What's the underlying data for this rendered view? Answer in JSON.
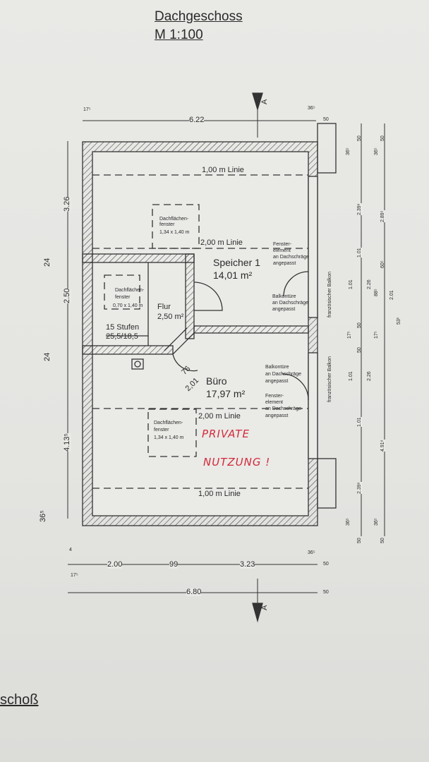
{
  "title": {
    "line1": "Dachgeschoss",
    "line2": "M 1:100"
  },
  "section_marker": "A",
  "rooms": [
    {
      "name": "Speicher 1",
      "area": "14,01 m²"
    },
    {
      "name": "Flur",
      "area": "2,50 m²"
    },
    {
      "name": "Büro",
      "area": "17,97 m²"
    }
  ],
  "lines": {
    "top_100": "1,00 m Linie",
    "top_200": "2,00 m Linie",
    "bottom_200": "2,00 m Linie",
    "bottom_100": "1,00 m Linie"
  },
  "windows": {
    "roof_top": [
      "Dachflächen-",
      "fenster",
      "1,34 x 1,40 m"
    ],
    "roof_flur": [
      "Dachflächen-",
      "fenster",
      "0,70 x 1,40 m"
    ],
    "roof_bottom": [
      "Dachflächen-",
      "fenster",
      "1,34 x 1,40 m"
    ],
    "element_top": [
      "Fenster-",
      "element",
      "an Dachschräge",
      "angepasst"
    ],
    "balcony_top": [
      "Balkontüre",
      "an Dachschräge",
      "angepasst"
    ],
    "balcony_bottom": [
      "Balkontüre",
      "an Dachschräge",
      "angepasst"
    ],
    "element_bottom": [
      "Fenster-",
      "element",
      "an Dachschräge",
      "angepasst"
    ]
  },
  "stairs": {
    "steps": "15 Stufen",
    "ratio": "25,5/18,5"
  },
  "door_dims": {
    "width": "76",
    "height": "2,01"
  },
  "balcony_label": "französischer Balkon",
  "handwritten_note": [
    "PRIVATE",
    "NUTZUNG !"
  ],
  "dimensions": {
    "top": {
      "left": "17⁵",
      "total": "6.22",
      "right": "36⁵",
      "offset": "50"
    },
    "left": {
      "a": "36⁵",
      "b": "4.13⁵",
      "c": "24",
      "d": "2.50",
      "e": "24",
      "f": "3.26"
    },
    "bottom": {
      "small": "4",
      "a": "2.00",
      "b": "99",
      "c": "3.23",
      "d": "17⁵",
      "total": "6.80",
      "right": "36⁵",
      "offset1": "50",
      "offset2": "50"
    },
    "right1": [
      "50",
      "36⁵",
      "2.39⁸",
      "1.01",
      "1.01",
      "2.26",
      "50",
      "17⁵",
      "50",
      "1.01",
      "2.26",
      "1.01",
      "2.39⁸",
      "36⁵",
      "50"
    ],
    "right2": [
      "50",
      "36⁵",
      "4.91⁸",
      "17⁵",
      "53¹",
      "88⁵",
      "2.01",
      "60⁵",
      "2.89⁵",
      "36⁵",
      "50"
    ]
  },
  "page_fragment": "schoß"
}
